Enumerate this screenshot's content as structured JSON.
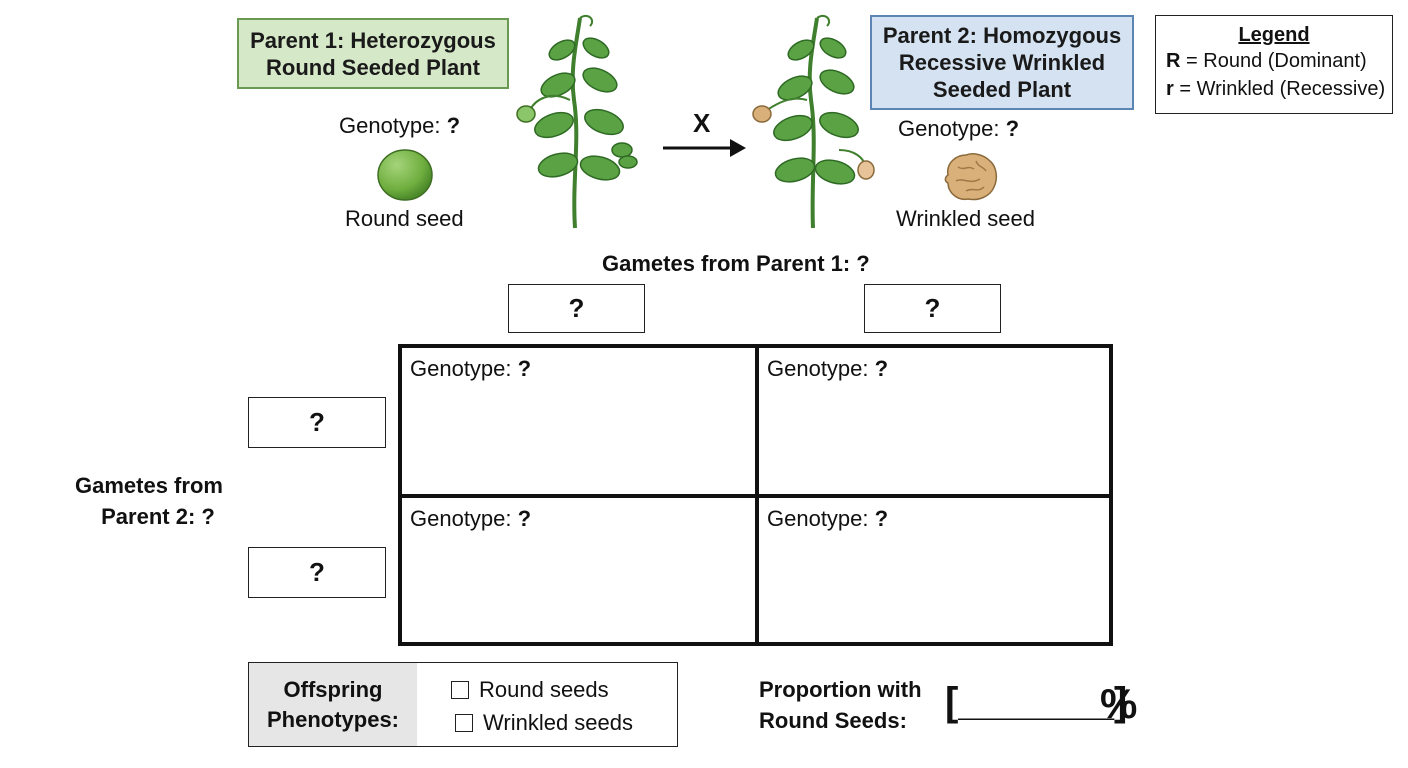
{
  "parent1": {
    "title_line1": "Parent 1: Heterozygous",
    "title_line2": "Round Seeded Plant",
    "genotype_label": "Genotype:",
    "genotype_value": "?",
    "seed_label": "Round seed"
  },
  "parent2": {
    "title_line1": "Parent 2: Homozygous",
    "title_line2": "Recessive Wrinkled",
    "title_line3": "Seeded Plant",
    "genotype_label": "Genotype:",
    "genotype_value": "?",
    "seed_label": "Wrinkled seed"
  },
  "cross_symbol": "X",
  "legend": {
    "title": "Legend",
    "rows": [
      {
        "symbol": "R",
        "text": "= Round (Dominant)"
      },
      {
        "symbol": "r",
        "text": "= Wrinkled (Recessive)"
      }
    ]
  },
  "gametes_p1_label": "Gametes from Parent 1: ?",
  "gametes_p1": [
    "?",
    "?"
  ],
  "gametes_p2_label_line1": "Gametes from",
  "gametes_p2_label_line2": "Parent 2: ?",
  "gametes_p2": [
    "?",
    "?"
  ],
  "punnett_cells": [
    {
      "label": "Genotype:",
      "value": "?"
    },
    {
      "label": "Genotype:",
      "value": "?"
    },
    {
      "label": "Genotype:",
      "value": "?"
    },
    {
      "label": "Genotype:",
      "value": "?"
    }
  ],
  "phenotypes": {
    "label_line1": "Offspring",
    "label_line2": "Phenotypes:",
    "options": [
      "Round seeds",
      "Wrinkled seeds"
    ]
  },
  "proportion": {
    "label_line1": "Proportion with",
    "label_line2": "Round Seeds:",
    "blank": "[_______]",
    "unit": "%"
  },
  "colors": {
    "parent1_fill": "#d5e8c8",
    "parent1_border": "#6a9a52",
    "parent2_fill": "#d4e2f1",
    "parent2_border": "#5d85b3",
    "round_seed": "#6fae3f",
    "wrinkled_seed": "#d9b07a",
    "leaf": "#4f9a3c"
  }
}
